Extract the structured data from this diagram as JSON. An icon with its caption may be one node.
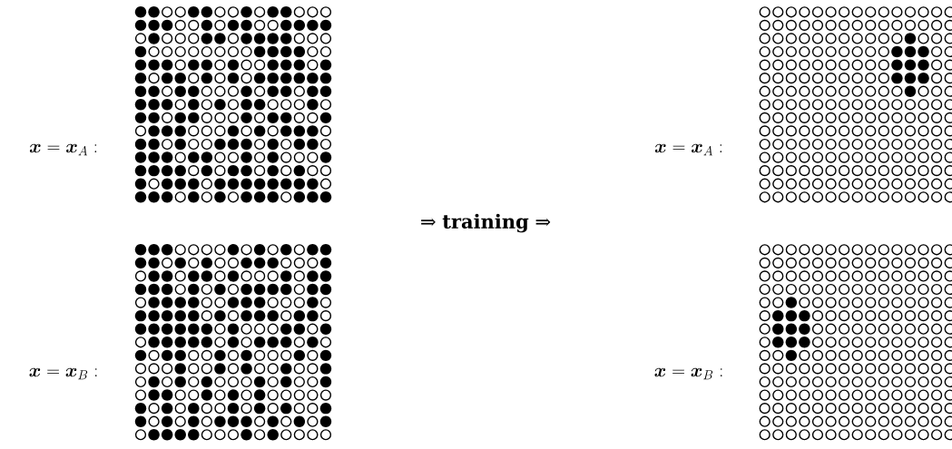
{
  "diagram": {
    "labels": [
      "\\boldsymbol{x}=\\boldsymbol{x}_A:",
      "\\boldsymbol{x}=\\boldsymbol{x}_A:",
      "⇒ **training** ⇒",
      "\\boldsymbol{x}=\\boldsymbol{x}_B:",
      "\\boldsymbol{x}=\\boldsymbol{x}_B:"
    ]
  }
}
